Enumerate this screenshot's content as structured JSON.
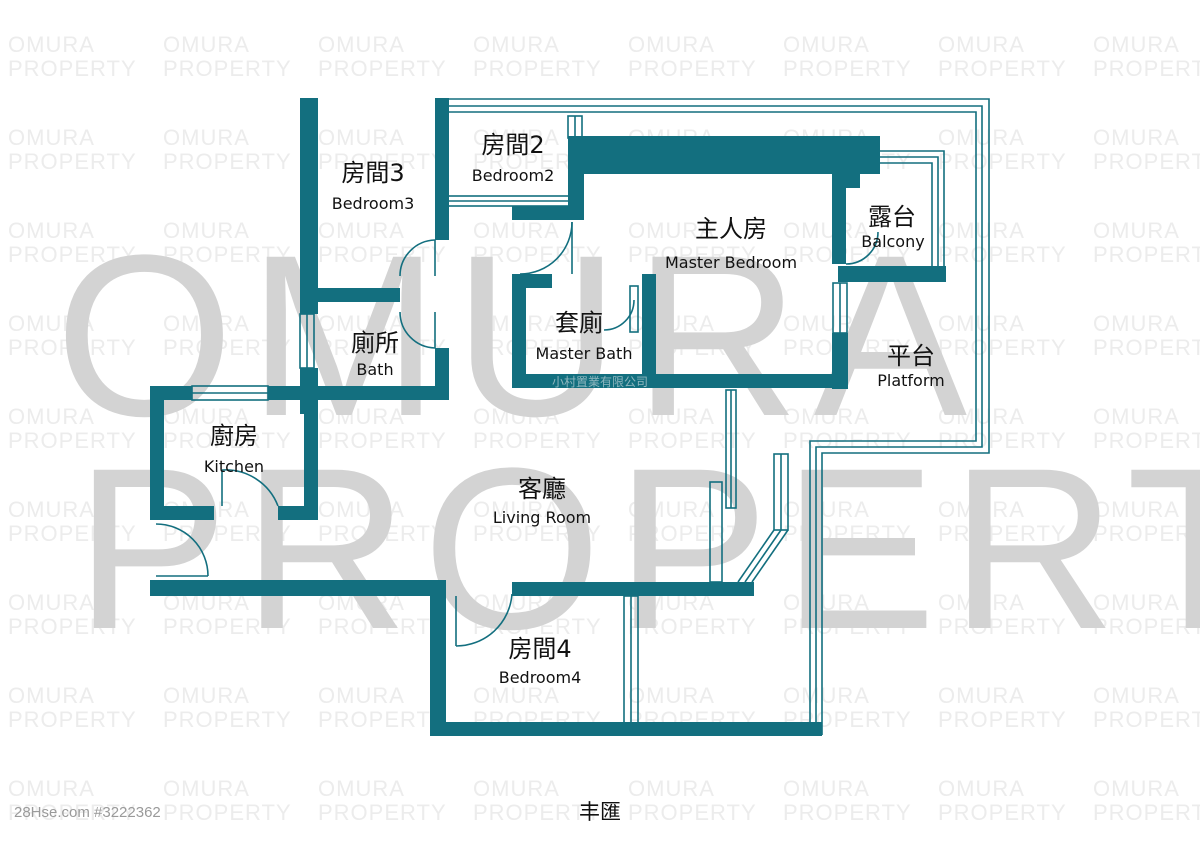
{
  "watermark": {
    "line1": "OMURA",
    "line2": "PROPERTY"
  },
  "agency_name": "小村置業有限公司",
  "building_name": "丰匯",
  "listing_id": "28Hse.com #3222362",
  "colors": {
    "wall": "#136f7f",
    "watermark": "#d3d3d3",
    "background": "#ffffff"
  },
  "rooms": {
    "bedroom3": {
      "zh": "房間3",
      "en": "Bedroom3"
    },
    "bedroom2": {
      "zh": "房間2",
      "en": "Bedroom2"
    },
    "master_bedroom": {
      "zh": "主人房",
      "en": "Master Bedroom"
    },
    "balcony": {
      "zh": "露台",
      "en": "Balcony"
    },
    "bath": {
      "zh": "廁所",
      "en": "Bath"
    },
    "master_bath": {
      "zh": "套廁",
      "en": "Master Bath"
    },
    "platform": {
      "zh": "平台",
      "en": "Platform"
    },
    "kitchen": {
      "zh": "廚房",
      "en": "Kitchen"
    },
    "living_room": {
      "zh": "客廳",
      "en": "Living Room"
    },
    "bedroom4": {
      "zh": "房間4",
      "en": "Bedroom4"
    }
  }
}
